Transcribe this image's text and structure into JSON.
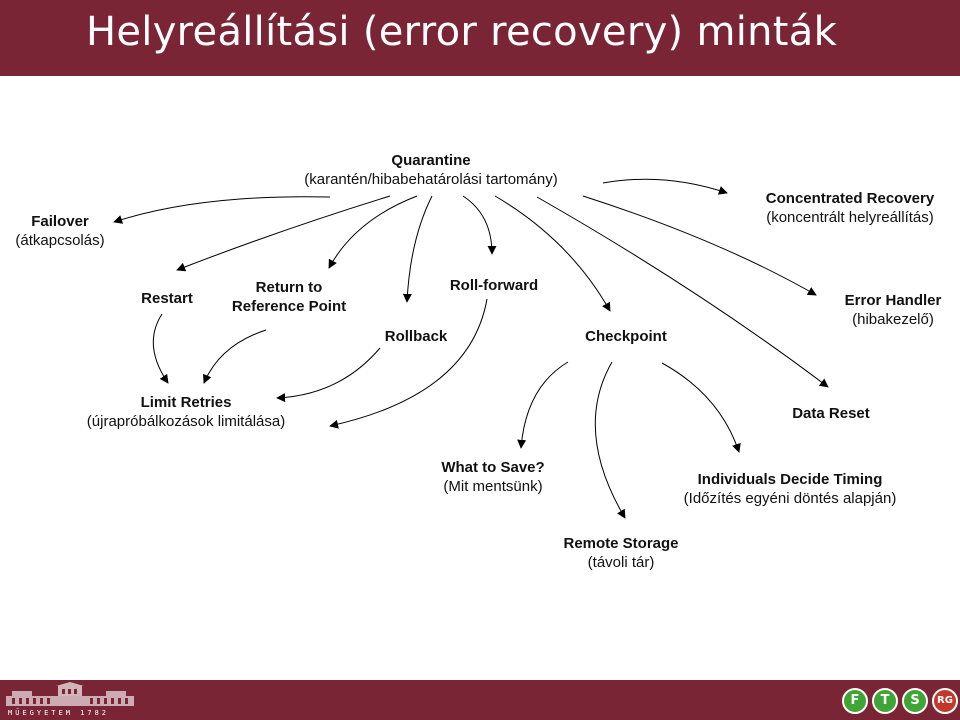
{
  "header": {
    "title": "Helyreállítási (error recovery) minták"
  },
  "diagram": {
    "nodes": {
      "quarantine": {
        "title": "Quarantine",
        "subtitle": "(karantén/hibabehatárolási tartomány)"
      },
      "failover": {
        "title": "Failover",
        "subtitle": "(átkapcsolás)"
      },
      "concentrated_recovery": {
        "title": "Concentrated Recovery",
        "subtitle": "(koncentrált helyreállítás)"
      },
      "restart": {
        "title": "Restart"
      },
      "return_to_reference": {
        "title": "Return to",
        "title2": "Reference Point"
      },
      "roll_forward": {
        "title": "Roll-forward"
      },
      "rollback": {
        "title": "Rollback"
      },
      "checkpoint": {
        "title": "Checkpoint"
      },
      "error_handler": {
        "title": "Error Handler",
        "subtitle": "(hibakezelő)"
      },
      "limit_retries": {
        "title": "Limit Retries",
        "subtitle": "(újrapróbálkozások limitálása)"
      },
      "data_reset": {
        "title": "Data Reset"
      },
      "what_to_save": {
        "title": "What to Save?",
        "subtitle": "(Mit mentsünk)"
      },
      "individuals_decide": {
        "title": "Individuals Decide Timing",
        "subtitle": "(Időzítés egyéni döntés alapján)"
      },
      "remote_storage": {
        "title": "Remote Storage",
        "subtitle": "(távoli tár)"
      }
    }
  },
  "footer": {
    "logo_text": "MŰEGYETEM 1782",
    "badges": [
      "F",
      "T",
      "S",
      "RG"
    ]
  },
  "colors": {
    "brand": "#7a2536",
    "badge_green": "#3fa535",
    "badge_red": "#c0392b"
  }
}
